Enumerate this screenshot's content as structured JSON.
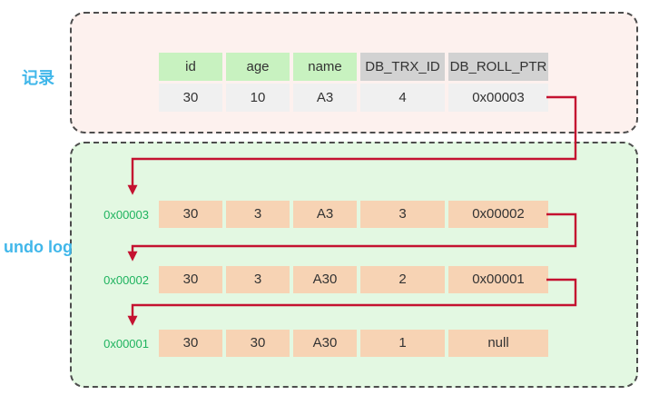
{
  "labels": {
    "record": "记录",
    "undo_log": "undo log"
  },
  "record_table": {
    "headers": [
      "id",
      "age",
      "name",
      "DB_TRX_ID",
      "DB_ROLL_PTR"
    ],
    "row": [
      "30",
      "10",
      "A3",
      "4",
      "0x00003"
    ]
  },
  "undo_rows": [
    {
      "ptr_label": "0x00003",
      "cells": [
        "30",
        "3",
        "A3",
        "3",
        "0x00002"
      ]
    },
    {
      "ptr_label": "0x00002",
      "cells": [
        "30",
        "3",
        "A30",
        "2",
        "0x00001"
      ]
    },
    {
      "ptr_label": "0x00001",
      "cells": [
        "30",
        "30",
        "A30",
        "1",
        "null"
      ]
    }
  ],
  "colors": {
    "panel_pink": "#fdf1ee",
    "panel_green": "#e3f8e2",
    "header_green": "#c8f2c0",
    "header_gray": "#d2d2d2",
    "row_gray": "#f0f0f0",
    "cell_orange": "#f7d3b4",
    "arrow_red": "#c41230",
    "label_green": "#1fb35f",
    "label_blue": "#41b7ea"
  }
}
